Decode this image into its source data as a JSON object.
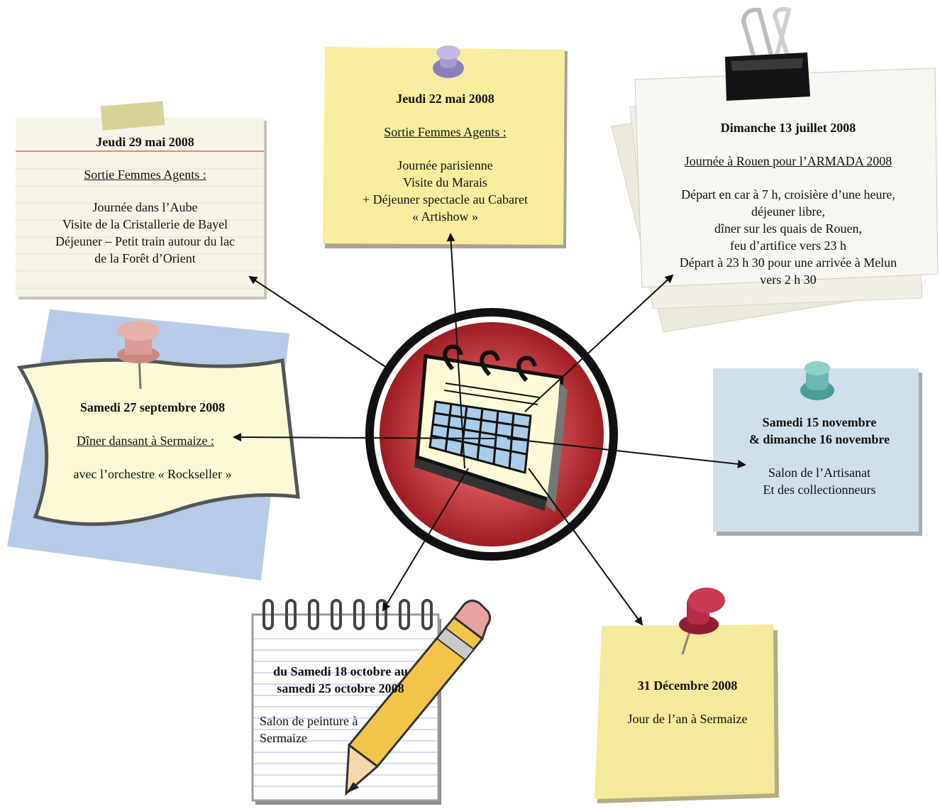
{
  "colors": {
    "yellow_note": "#f6ee9e",
    "cream_note": "#f7f4e8",
    "blue_note": "#cfe0ea",
    "blue_paper": "#b8cbe8",
    "calendar_red": "#b1262d",
    "calendar_grid": "#a9cde8"
  },
  "center": {
    "icon": "calendar-icon"
  },
  "notes": {
    "n1": {
      "date": "Jeudi 29 mai 2008",
      "subtitle": "Sortie Femmes Agents :",
      "lines": [
        "Journée dans l’Aube",
        "Visite de la Cristallerie de Bayel",
        "Déjeuner – Petit train autour du lac",
        "de la Forêt d’Orient"
      ]
    },
    "n2": {
      "date": "Jeudi 22 mai 2008",
      "subtitle": "Sortie Femmes Agents :",
      "lines": [
        "Journée parisienne",
        "Visite du Marais",
        "+ Déjeuner spectacle au Cabaret",
        "« Artishow »"
      ]
    },
    "n3": {
      "date": "Dimanche 13 juillet 2008",
      "subtitle": "Journée à Rouen pour l’ARMADA 2008",
      "lines": [
        "Départ en car à 7 h, croisière d’une heure,",
        "déjeuner libre,",
        "dîner sur les quais de Rouen,",
        "feu d’artifice vers 23 h",
        "Départ à 23 h 30 pour une arrivée à Melun",
        "vers 2 h 30"
      ]
    },
    "n4": {
      "date": "Samedi 27 septembre 2008",
      "subtitle": "Dîner dansant à Sermaize :",
      "lines": [
        "avec l’orchestre « Rockseller »"
      ]
    },
    "n5": {
      "date_lines": [
        "Samedi 15 novembre",
        "& dimanche 16 novembre"
      ],
      "lines": [
        "Salon de l’Artisanat",
        "Et des collectionneurs"
      ]
    },
    "n6": {
      "date_lines": [
        "du Samedi 18 octobre au",
        "samedi 25 octobre 2008"
      ],
      "lines": [
        "Salon de peinture à",
        "Sermaize"
      ]
    },
    "n7": {
      "date": "31 Décembre 2008",
      "lines": [
        "Jour de l’an à Sermaize"
      ]
    }
  }
}
